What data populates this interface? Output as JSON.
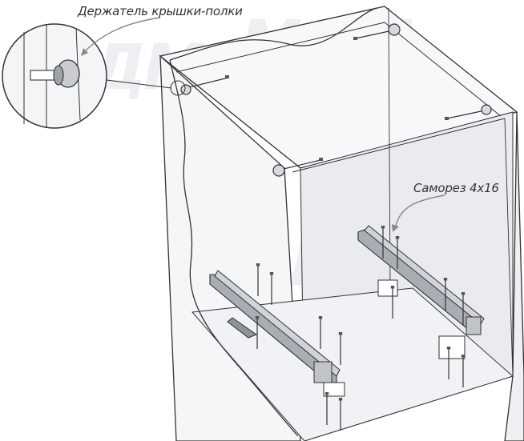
{
  "labels": {
    "shelf_cover_holder": "Держатель крышки-полки",
    "screw": "Саморез 4x16"
  },
  "watermark": {
    "text": "МДМ"
  },
  "colors": {
    "line": "#333333",
    "cabinet_fill": "#f3f4f6",
    "wall_fill": "#eceef1",
    "slide_fill": "#a9adb4",
    "watermark": "#dfe3ea"
  },
  "icons": [
    "shelf-holder-detail-icon",
    "drawer-slide-icon",
    "screw-icon",
    "mounting-plate-icon"
  ]
}
